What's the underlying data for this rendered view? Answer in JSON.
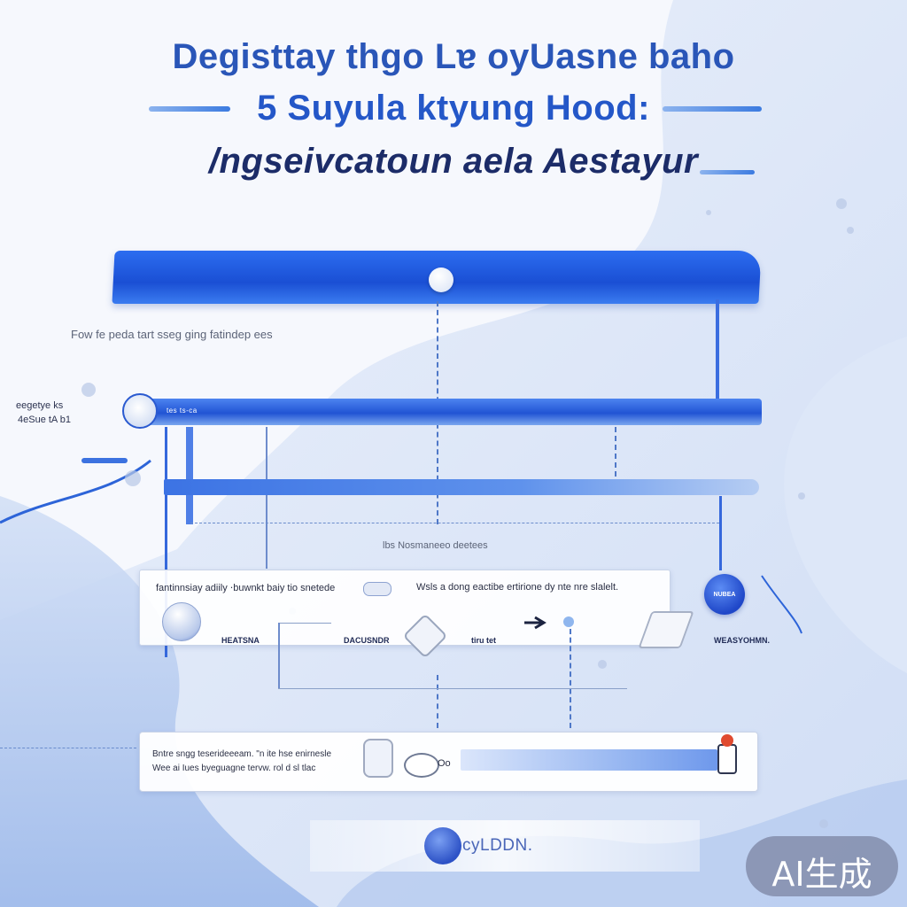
{
  "title": {
    "line1": "Degisttay thgo Lɐ oyUasne baho",
    "line2": "5 Suyula ktyung Hood:",
    "line3": "/ngseivcatoun aela Aestayur"
  },
  "header_bar": {
    "caption": "Fow fe peda tart sseg ging fatindep ees"
  },
  "scale": {
    "left_label_1": "eegetye ks",
    "left_label_2": "4eSue tA b1",
    "bar_label": "tes ts-ca"
  },
  "mid_caption": "lbs Nosmaneeo deetees",
  "process": {
    "text_left": "fantinnsiay adiily ‧buwnkt baiy tio snetede",
    "text_right": "Wsls a dong eactibe ertirione dy nte nre slalelt.",
    "steps": [
      "HEATSNA",
      "DACUSNDR",
      "tiru tet",
      "WEASYOHMN."
    ],
    "badge_text": "NUBEA"
  },
  "bottom_panel": {
    "text_line1": "Bntre sngg teserideeeam. \"n ite hse enirnesle",
    "text_line2": "Wee ai Iues byeguagne tervw. rol d sl tlac",
    "widget_label": "Oo"
  },
  "logo": {
    "text": "cyLDDN."
  },
  "watermark": {
    "text": "AI生成"
  },
  "colors": {
    "primary_blue": "#1f4fd4",
    "title_dark": "#1c2c68",
    "background": "#f4f7fd",
    "accent_red": "#e04a2f"
  }
}
